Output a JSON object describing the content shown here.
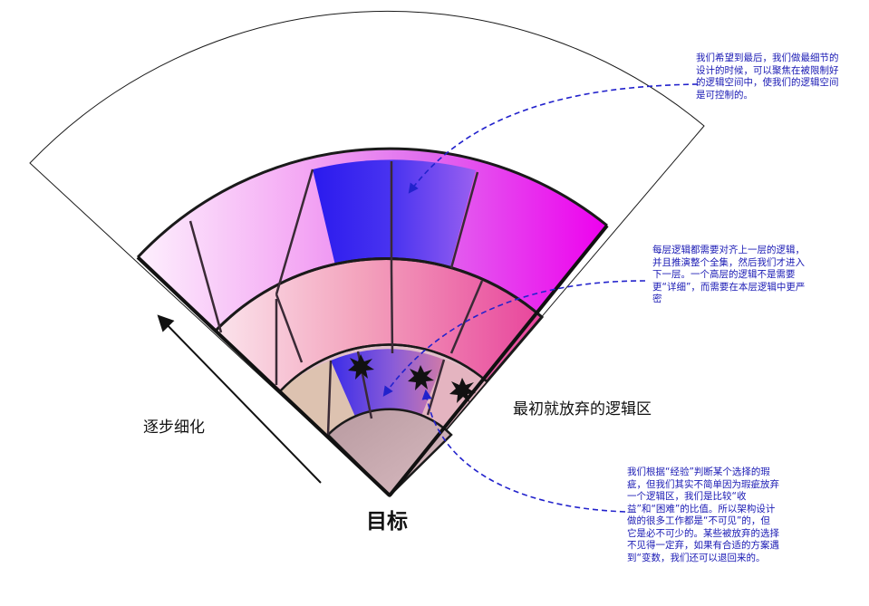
{
  "labels": {
    "refine": "逐步细化",
    "abandoned_zone": "最初就放弃的逻辑区",
    "goal": "目标"
  },
  "notes": {
    "top": "我们希望到最后，我们做最细节的设计的时候，可以聚焦在被限制好的逻辑空间中，使我们的逻辑空间是可控制的。",
    "middle": "每层逻辑都需要对齐上一层的逻辑，并且推演整个全集，然后我们才进入下一层。一个高层的逻辑不是需要更“详细”，而需要在本层逻辑中更严密",
    "bottom": "我们根据“经验”判断某个选择的瑕疵，但我们其实不简单因为瑕疵放弃一个逻辑区，我们是比较“收益”和“困难”的比值。所以架构设计做的很多工作都是“不可见”的，但它是必不可少的。某些被放弃的选择不见得一定弃，如果有合适的方案遇到“变数，我们还可以退回来的。"
  },
  "colors": {
    "arrow_blue": "#2222cc",
    "border": "#1a1a1a",
    "deep_magenta": "#ee00ee",
    "deep_blue": "#2a1aee"
  }
}
